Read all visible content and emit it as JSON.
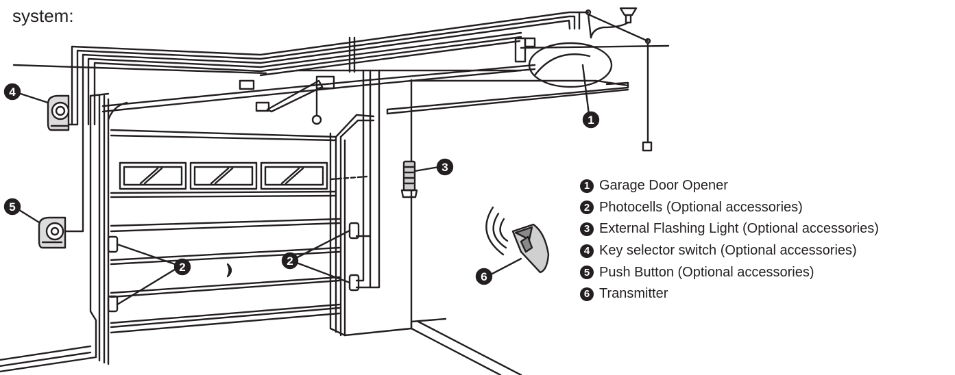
{
  "caption": "system:",
  "callouts": [
    "1",
    "2",
    "3",
    "4",
    "5",
    "6"
  ],
  "legend": [
    {
      "num": "1",
      "label": "Garage Door Opener"
    },
    {
      "num": "2",
      "label": "Photocells (Optional accessories)"
    },
    {
      "num": "3",
      "label": "External Flashing Light (Optional accessories)"
    },
    {
      "num": "4",
      "label": "Key selector switch (Optional accessories)"
    },
    {
      "num": "5",
      "label": "Push Button (Optional accessories)"
    },
    {
      "num": "6",
      "label": "Transmitter"
    }
  ],
  "colors": {
    "ink": "#231f20",
    "paper": "#ffffff"
  }
}
